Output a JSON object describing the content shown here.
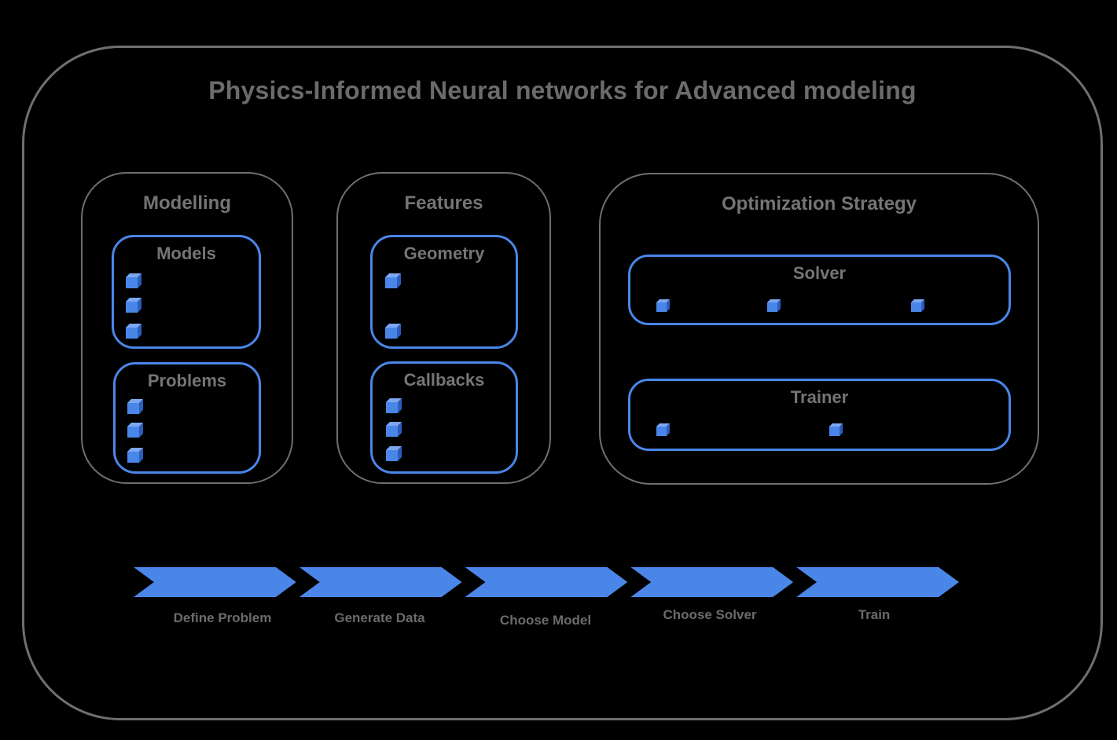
{
  "title": "Physics-Informed Neural networks for Advanced modeling",
  "groups": [
    {
      "title": "Modelling",
      "boxes": [
        {
          "label": "Models",
          "bullet_icon": "cube-icon",
          "bullet_count": 3
        },
        {
          "label": "Problems",
          "bullet_icon": "cube-icon",
          "bullet_count": 3
        }
      ]
    },
    {
      "title": "Features",
      "boxes": [
        {
          "label": "Geometry",
          "bullet_icon": "cube-icon",
          "bullet_count": 2
        },
        {
          "label": "Callbacks",
          "bullet_icon": "cube-icon",
          "bullet_count": 3
        }
      ]
    },
    {
      "title": "Optimization Strategy",
      "boxes": [
        {
          "label": "Solver",
          "bullet_icon": "cube-icon",
          "bullet_count": 3
        },
        {
          "label": "Trainer",
          "bullet_icon": "cube-icon",
          "bullet_count": 2
        }
      ]
    }
  ],
  "flow": {
    "steps": [
      "Define Problem",
      "Generate Data",
      "Choose Model",
      "Choose Solver",
      "Train"
    ]
  },
  "colors": {
    "accent_blue": "#4a86e8",
    "cube_top_face": "#7da7f0",
    "cube_side_face": "#2b5dbe",
    "frame_gray": "#6f6f6f",
    "text_gray": "#757575",
    "title_gray": "#6b6b6b",
    "background": "#000000"
  }
}
